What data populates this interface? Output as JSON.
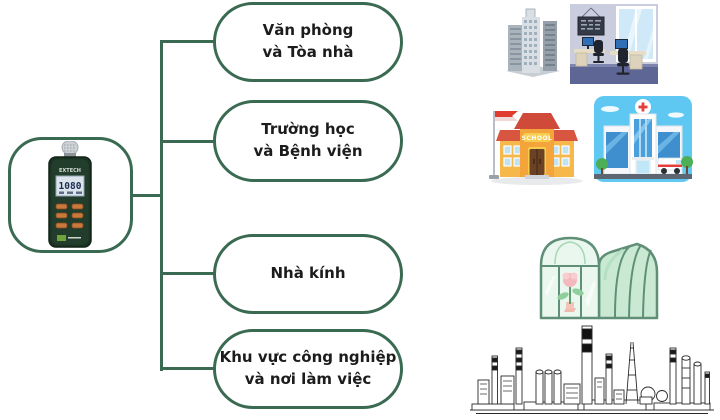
{
  "palette": {
    "connector_green": "#3a6b52",
    "label_text": "#1c1c1c",
    "device_body_green": "#1b3323",
    "button_orange": "#c8793b",
    "school_orange": "#f3a53c",
    "roof_red": "#cf4a38",
    "hospital_sky_blue": "#5ec8f3",
    "greenhouse_mint": "#d9f0de"
  },
  "device": {
    "brand": "EXTECH",
    "display_reading": "1080"
  },
  "nodes": [
    {
      "id": "offices-buildings",
      "lines": [
        "Văn phòng",
        "và Tòa nhà"
      ]
    },
    {
      "id": "schools-hospitals",
      "lines": [
        "Trường học",
        "và Bệnh viện"
      ]
    },
    {
      "id": "greenhouse",
      "lines": [
        "Nhà kính"
      ]
    },
    {
      "id": "industrial-workplace",
      "lines": [
        "Khu vực công nghiệp",
        "và nơi làm việc"
      ]
    }
  ],
  "illustrations": {
    "items": [
      "office-buildings",
      "office-interior",
      "school-building",
      "hospital-building",
      "greenhouse",
      "industrial-skyline"
    ],
    "school_sign_text": "SCHOOL"
  }
}
